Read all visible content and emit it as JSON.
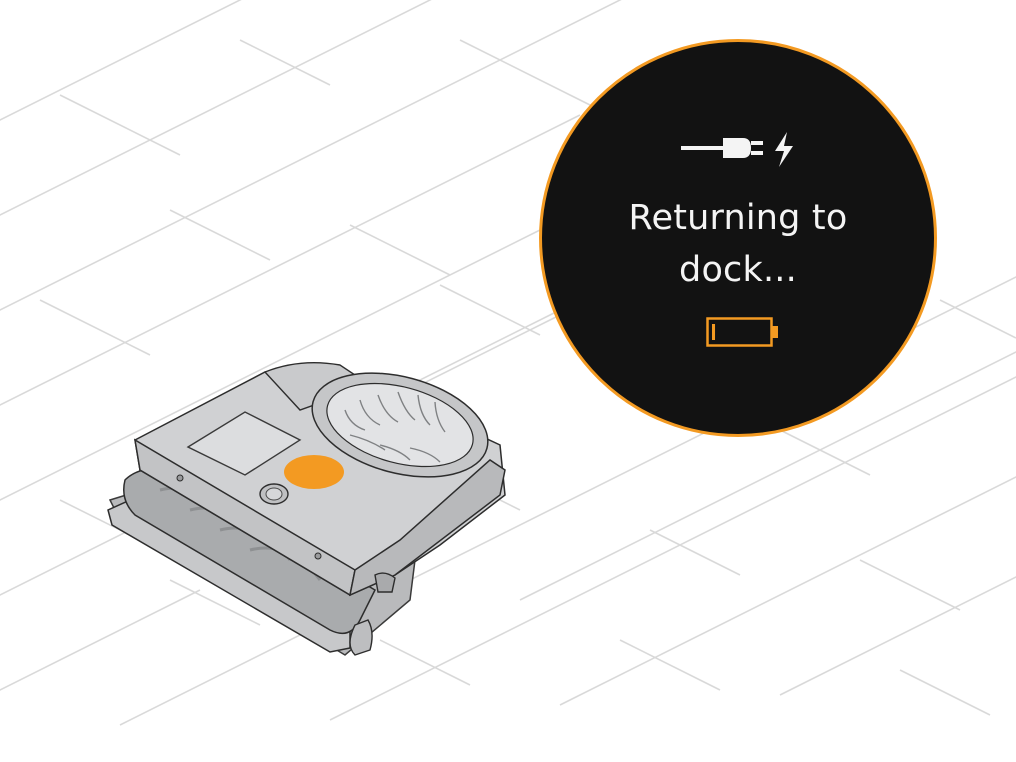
{
  "status": {
    "line1": "Returning to",
    "line2": "dock..."
  },
  "icons": {
    "plug": "plug-lightning-icon",
    "battery": "battery-low-icon"
  },
  "battery": {
    "level": 0.1
  },
  "colors": {
    "accent": "#f39a22",
    "display_bg": "#121212",
    "display_text": "#f4f4f4",
    "floor_lines": "#d6d6d6",
    "robot_body": "#cfd0d2",
    "robot_button": "#f39a22"
  }
}
